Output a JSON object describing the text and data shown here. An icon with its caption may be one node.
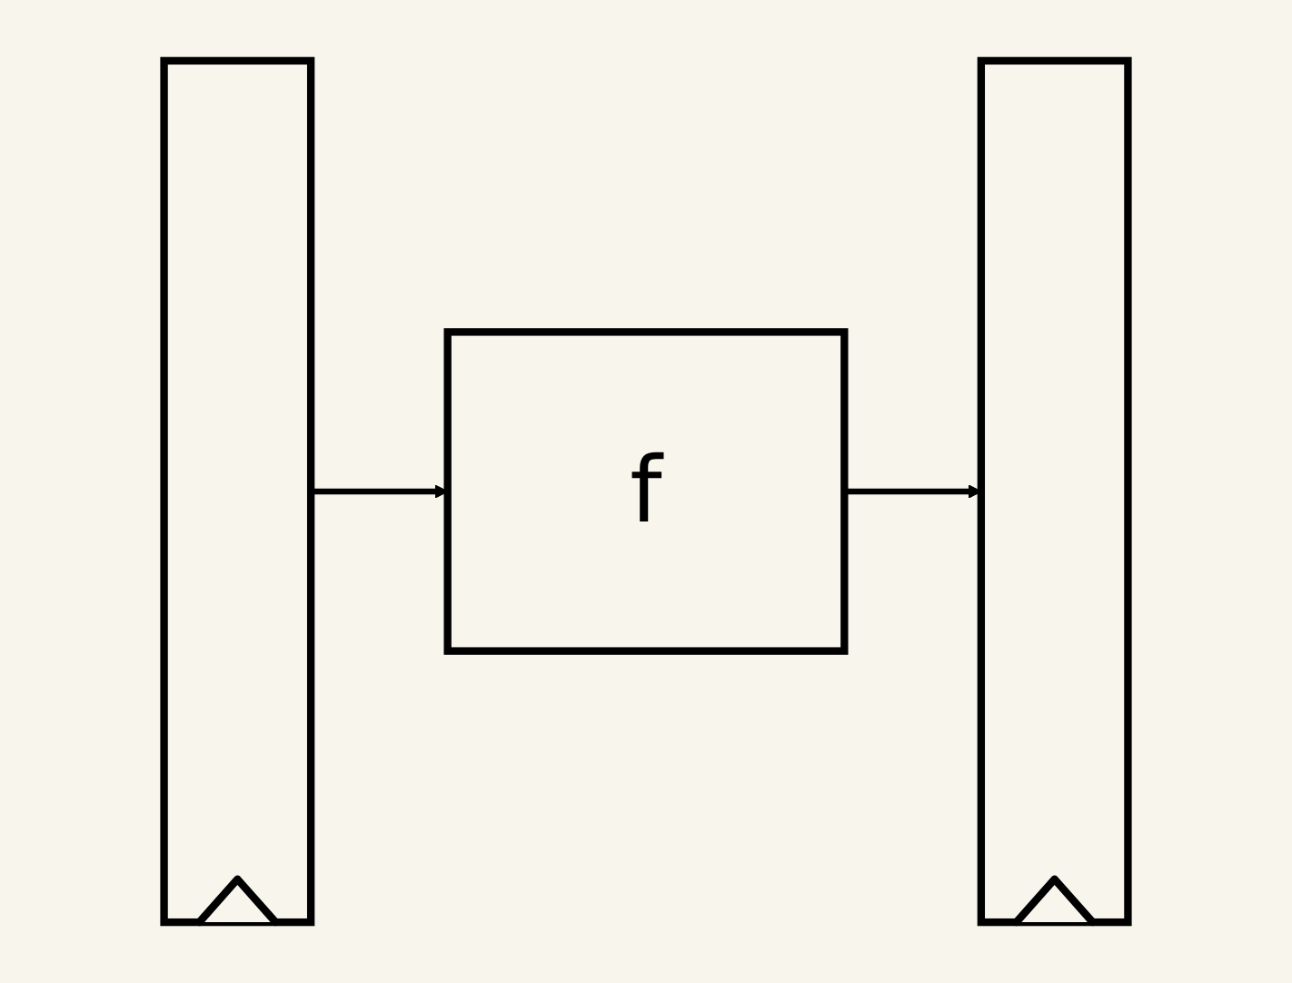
{
  "diagram": {
    "nodes": [
      {
        "text": [],
        "shape": "bar"
      },
      {
        "text": [
          "f"
        ]
      },
      {
        "text": [],
        "shape": "bar"
      }
    ],
    "edges": [
      {
        "from": 0,
        "to": 1,
        "arrow": "to"
      },
      {
        "from": 1,
        "to": 2,
        "arrow": "to"
      }
    ]
  }
}
